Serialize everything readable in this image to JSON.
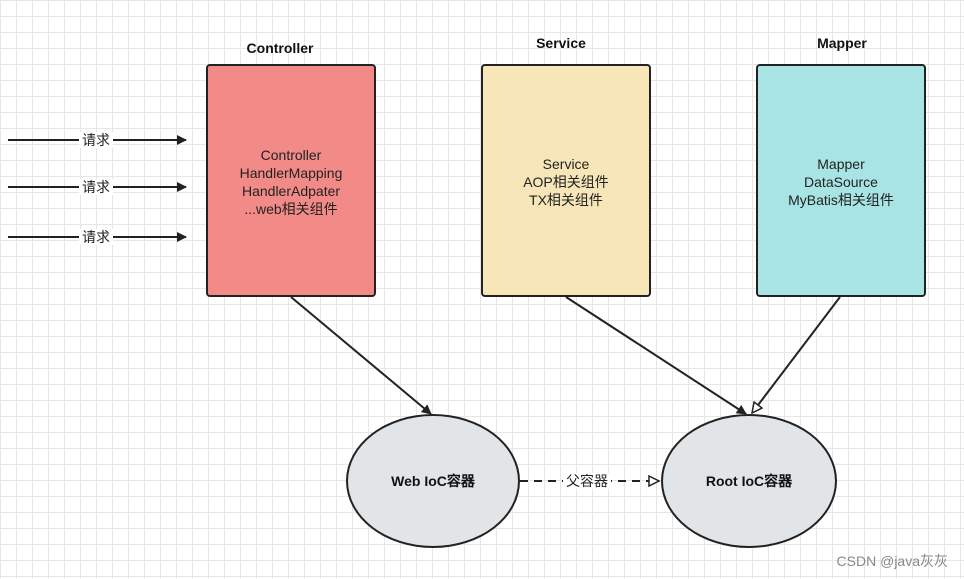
{
  "columns": {
    "controller": {
      "title": "Controller",
      "lines": [
        "Controller",
        "HandlerMapping",
        "HandlerAdpater",
        "...web相关组件"
      ],
      "color": "#f28b87"
    },
    "service": {
      "title": "Service",
      "lines": [
        "Service",
        "AOP相关组件",
        "TX相关组件"
      ],
      "color": "#f6e6b8"
    },
    "mapper": {
      "title": "Mapper",
      "lines": [
        "Mapper",
        "DataSource",
        "MyBatis相关组件"
      ],
      "color": "#a8e4e4"
    }
  },
  "requests": [
    "请求",
    "请求",
    "请求"
  ],
  "containers": {
    "web": {
      "label": "Web IoC容器",
      "color": "#e1e5e8"
    },
    "root": {
      "label": "Root IoC容器",
      "color": "#e1e5e8"
    }
  },
  "edge_labels": {
    "parent": "父容器"
  },
  "watermark": "CSDN @java灰灰"
}
